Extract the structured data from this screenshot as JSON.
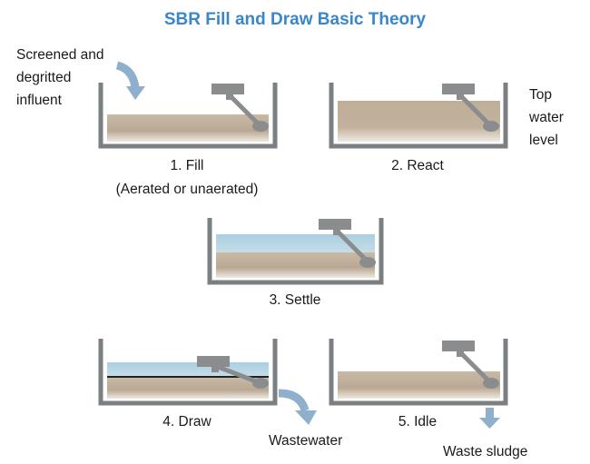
{
  "title": "SBR Fill and Draw Basic Theory",
  "colors": {
    "title": "#3a86c8",
    "tank_wall": "#7c7f82",
    "sludge": "#c4b6a2",
    "water": "#b8d8e8",
    "mixer": "#8a8c8e",
    "arrow": "#8fb0cc",
    "draw_line": "#222222"
  },
  "labels": {
    "influent": [
      "Screened and",
      "degritted",
      "influent"
    ],
    "top_water": [
      "Top",
      "water",
      "level"
    ],
    "wastewater": "Wastewater",
    "waste_sludge": "Waste sludge"
  },
  "stages": [
    {
      "id": "fill",
      "caption": "1. Fill",
      "subcaption": "(Aerated or unaerated)",
      "state": "partially filled, mixed"
    },
    {
      "id": "react",
      "caption": "2. React",
      "subcaption": "",
      "state": "full, mixed"
    },
    {
      "id": "settle",
      "caption": "3. Settle",
      "subcaption": "",
      "state": "full, settled (clear water above sludge)"
    },
    {
      "id": "draw",
      "caption": "4. Draw",
      "subcaption": "",
      "state": "decanting clear water"
    },
    {
      "id": "idle",
      "caption": "5. Idle",
      "subcaption": "",
      "state": "low level, sludge wasted"
    }
  ]
}
